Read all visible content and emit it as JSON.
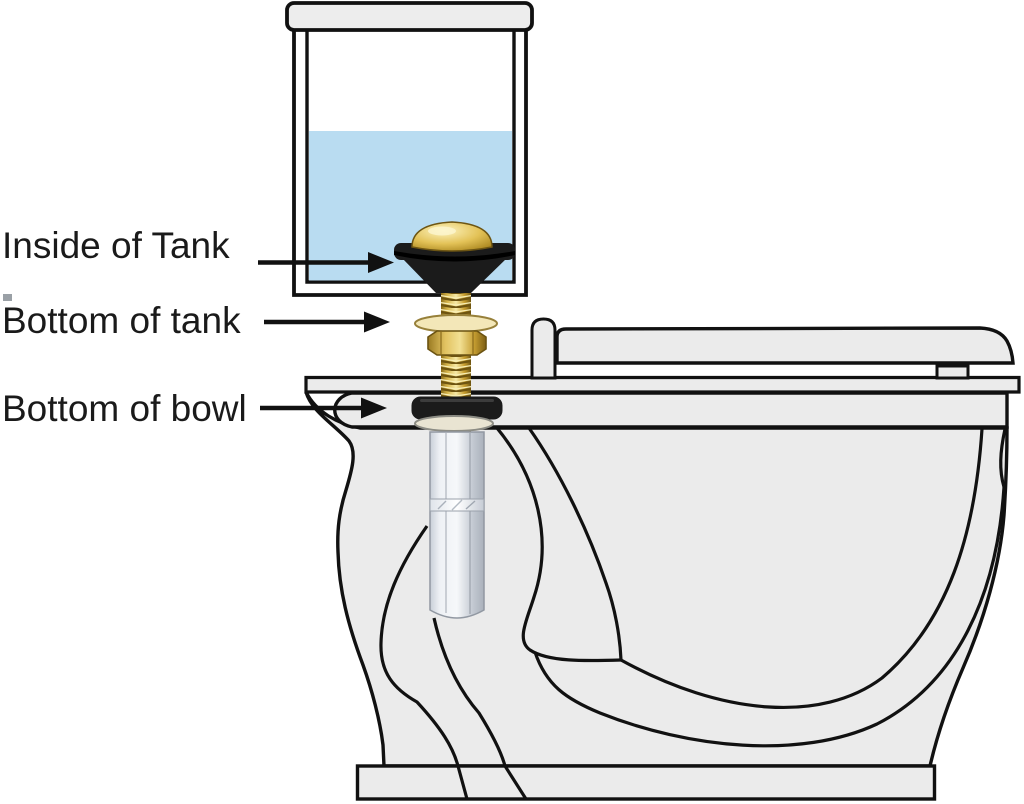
{
  "diagram": {
    "subject": "toilet tank-to-bowl bolt installation",
    "labels": [
      {
        "text": "Inside of Tank"
      },
      {
        "text": "Bottom of tank"
      },
      {
        "text": "Bottom of bowl"
      }
    ],
    "colors": {
      "background": "#ffffff",
      "outline": "#111111",
      "porcelain_fill": "#ebebeb",
      "water_blue": "#b9dcf1",
      "brass_gold": "#c9a43a",
      "rubber_black": "#1c1c1c",
      "steel_silver": "#d9dee5",
      "label_text": "#1a1a1a"
    }
  }
}
